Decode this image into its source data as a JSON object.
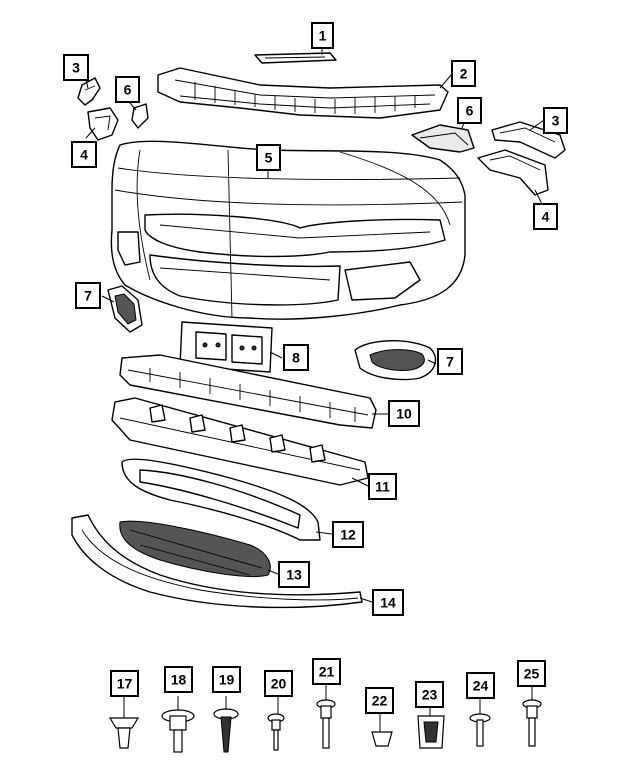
{
  "callouts": [
    {
      "label": "1"
    },
    {
      "label": "2"
    },
    {
      "label": "3"
    },
    {
      "label": "3"
    },
    {
      "label": "4"
    },
    {
      "label": "4"
    },
    {
      "label": "5"
    },
    {
      "label": "6"
    },
    {
      "label": "6"
    },
    {
      "label": "7"
    },
    {
      "label": "7"
    },
    {
      "label": "8"
    },
    {
      "label": "10"
    },
    {
      "label": "11"
    },
    {
      "label": "12"
    },
    {
      "label": "13"
    },
    {
      "label": "14"
    },
    {
      "label": "17"
    },
    {
      "label": "18"
    },
    {
      "label": "19"
    },
    {
      "label": "20"
    },
    {
      "label": "21"
    },
    {
      "label": "22"
    },
    {
      "label": "23"
    },
    {
      "label": "24"
    },
    {
      "label": "25"
    }
  ]
}
